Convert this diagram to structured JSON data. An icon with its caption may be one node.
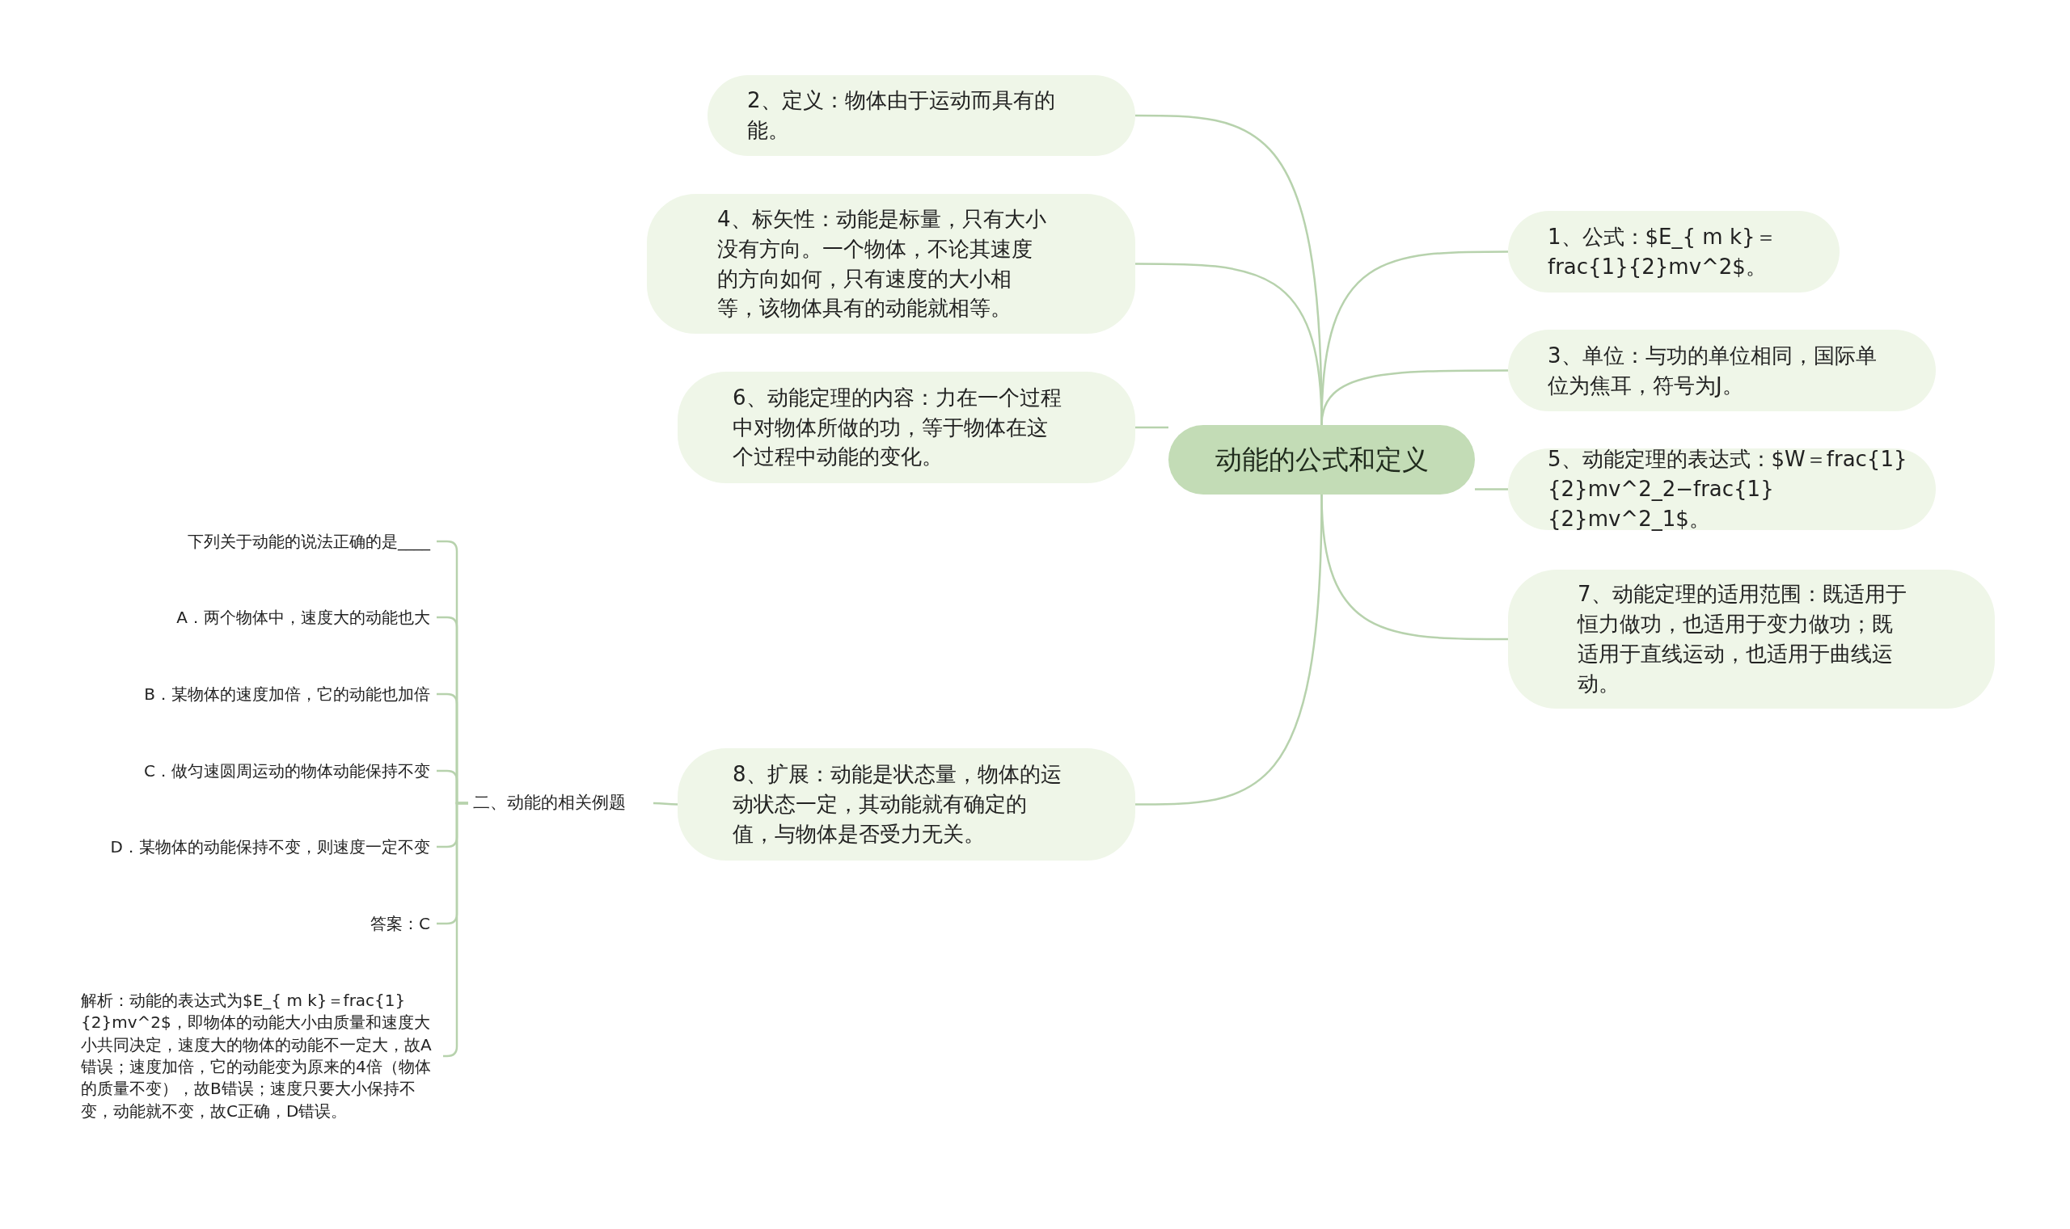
{
  "diagram": {
    "nodes": [
      {
        "text": [
          "动能的公式和定义"
        ]
      },
      {
        "text": [
          "2、定义：物体由于运动而具有的能。"
        ]
      },
      {
        "text": [
          "4、标矢性：动能是标量，只有大小没有方向。一个物体，不论其速度的方向如何，只有速度的大小相等，该物体具有的动能就相等。"
        ]
      },
      {
        "text": [
          "6、动能定理的内容：力在一个过程中对物体所做的功，等于物体在这个过程中动能的变化。"
        ]
      },
      {
        "text": [
          "8、扩展：动能是状态量，物体的运动状态一定，其动能就有确定的值，与物体是否受力无关。"
        ]
      },
      {
        "text": [
          "二、动能的相关例题"
        ]
      },
      {
        "text": [
          "下列关于动能的说法正确的是____"
        ]
      },
      {
        "text": [
          "A．两个物体中，速度大的动能也大"
        ]
      },
      {
        "text": [
          "B．某物体的速度加倍，它的动能也加倍"
        ]
      },
      {
        "text": [
          "C．做匀速圆周运动的物体动能保持不变"
        ]
      },
      {
        "text": [
          "D．某物体的动能保持不变，则速度一定不变"
        ]
      },
      {
        "text": [
          "答案：C"
        ]
      },
      {
        "text": [
          "解析：动能的表达式为$E_{ m k}＝frac{1}{2}mv^2$，即物体的动能大小由质量和速度大小共同决定，速度大的物体的动能不一定大，故A错误；速度加倍，它的动能变为原来的4倍（物体的质量不变），故B错误；速度只要大小保持不变，动能就不变，故C正确，D错误。"
        ]
      },
      {
        "text": [
          "1、公式：$E_{ m k}＝frac{1}{2}mv^2$。"
        ]
      },
      {
        "text": [
          "3、单位：与功的单位相同，国际单位为焦耳，符号为J。"
        ]
      },
      {
        "text": [
          "5、动能定理的表达式：$W＝frac{1}{2}mv^2_2−frac{1}{2}mv^2_1$。"
        ]
      },
      {
        "text": [
          "7、动能定理的适用范围：既适用于恒力做功，也适用于变力做功；既适用于直线运动，也适用于曲线运动。"
        ]
      }
    ],
    "edges": [
      {
        "from": 0,
        "to": 1,
        "arrow": "none"
      },
      {
        "from": 0,
        "to": 2,
        "arrow": "none"
      },
      {
        "from": 0,
        "to": 3,
        "arrow": "none"
      },
      {
        "from": 0,
        "to": 4,
        "arrow": "none"
      },
      {
        "from": 4,
        "to": 5,
        "arrow": "none"
      },
      {
        "from": 5,
        "to": 6,
        "arrow": "none"
      },
      {
        "from": 5,
        "to": 7,
        "arrow": "none"
      },
      {
        "from": 5,
        "to": 8,
        "arrow": "none"
      },
      {
        "from": 5,
        "to": 9,
        "arrow": "none"
      },
      {
        "from": 5,
        "to": 10,
        "arrow": "none"
      },
      {
        "from": 5,
        "to": 11,
        "arrow": "none"
      },
      {
        "from": 5,
        "to": 12,
        "arrow": "none"
      },
      {
        "from": 0,
        "to": 13,
        "arrow": "none"
      },
      {
        "from": 0,
        "to": 14,
        "arrow": "none"
      },
      {
        "from": 0,
        "to": 15,
        "arrow": "none"
      },
      {
        "from": 0,
        "to": 16,
        "arrow": "none"
      }
    ]
  }
}
